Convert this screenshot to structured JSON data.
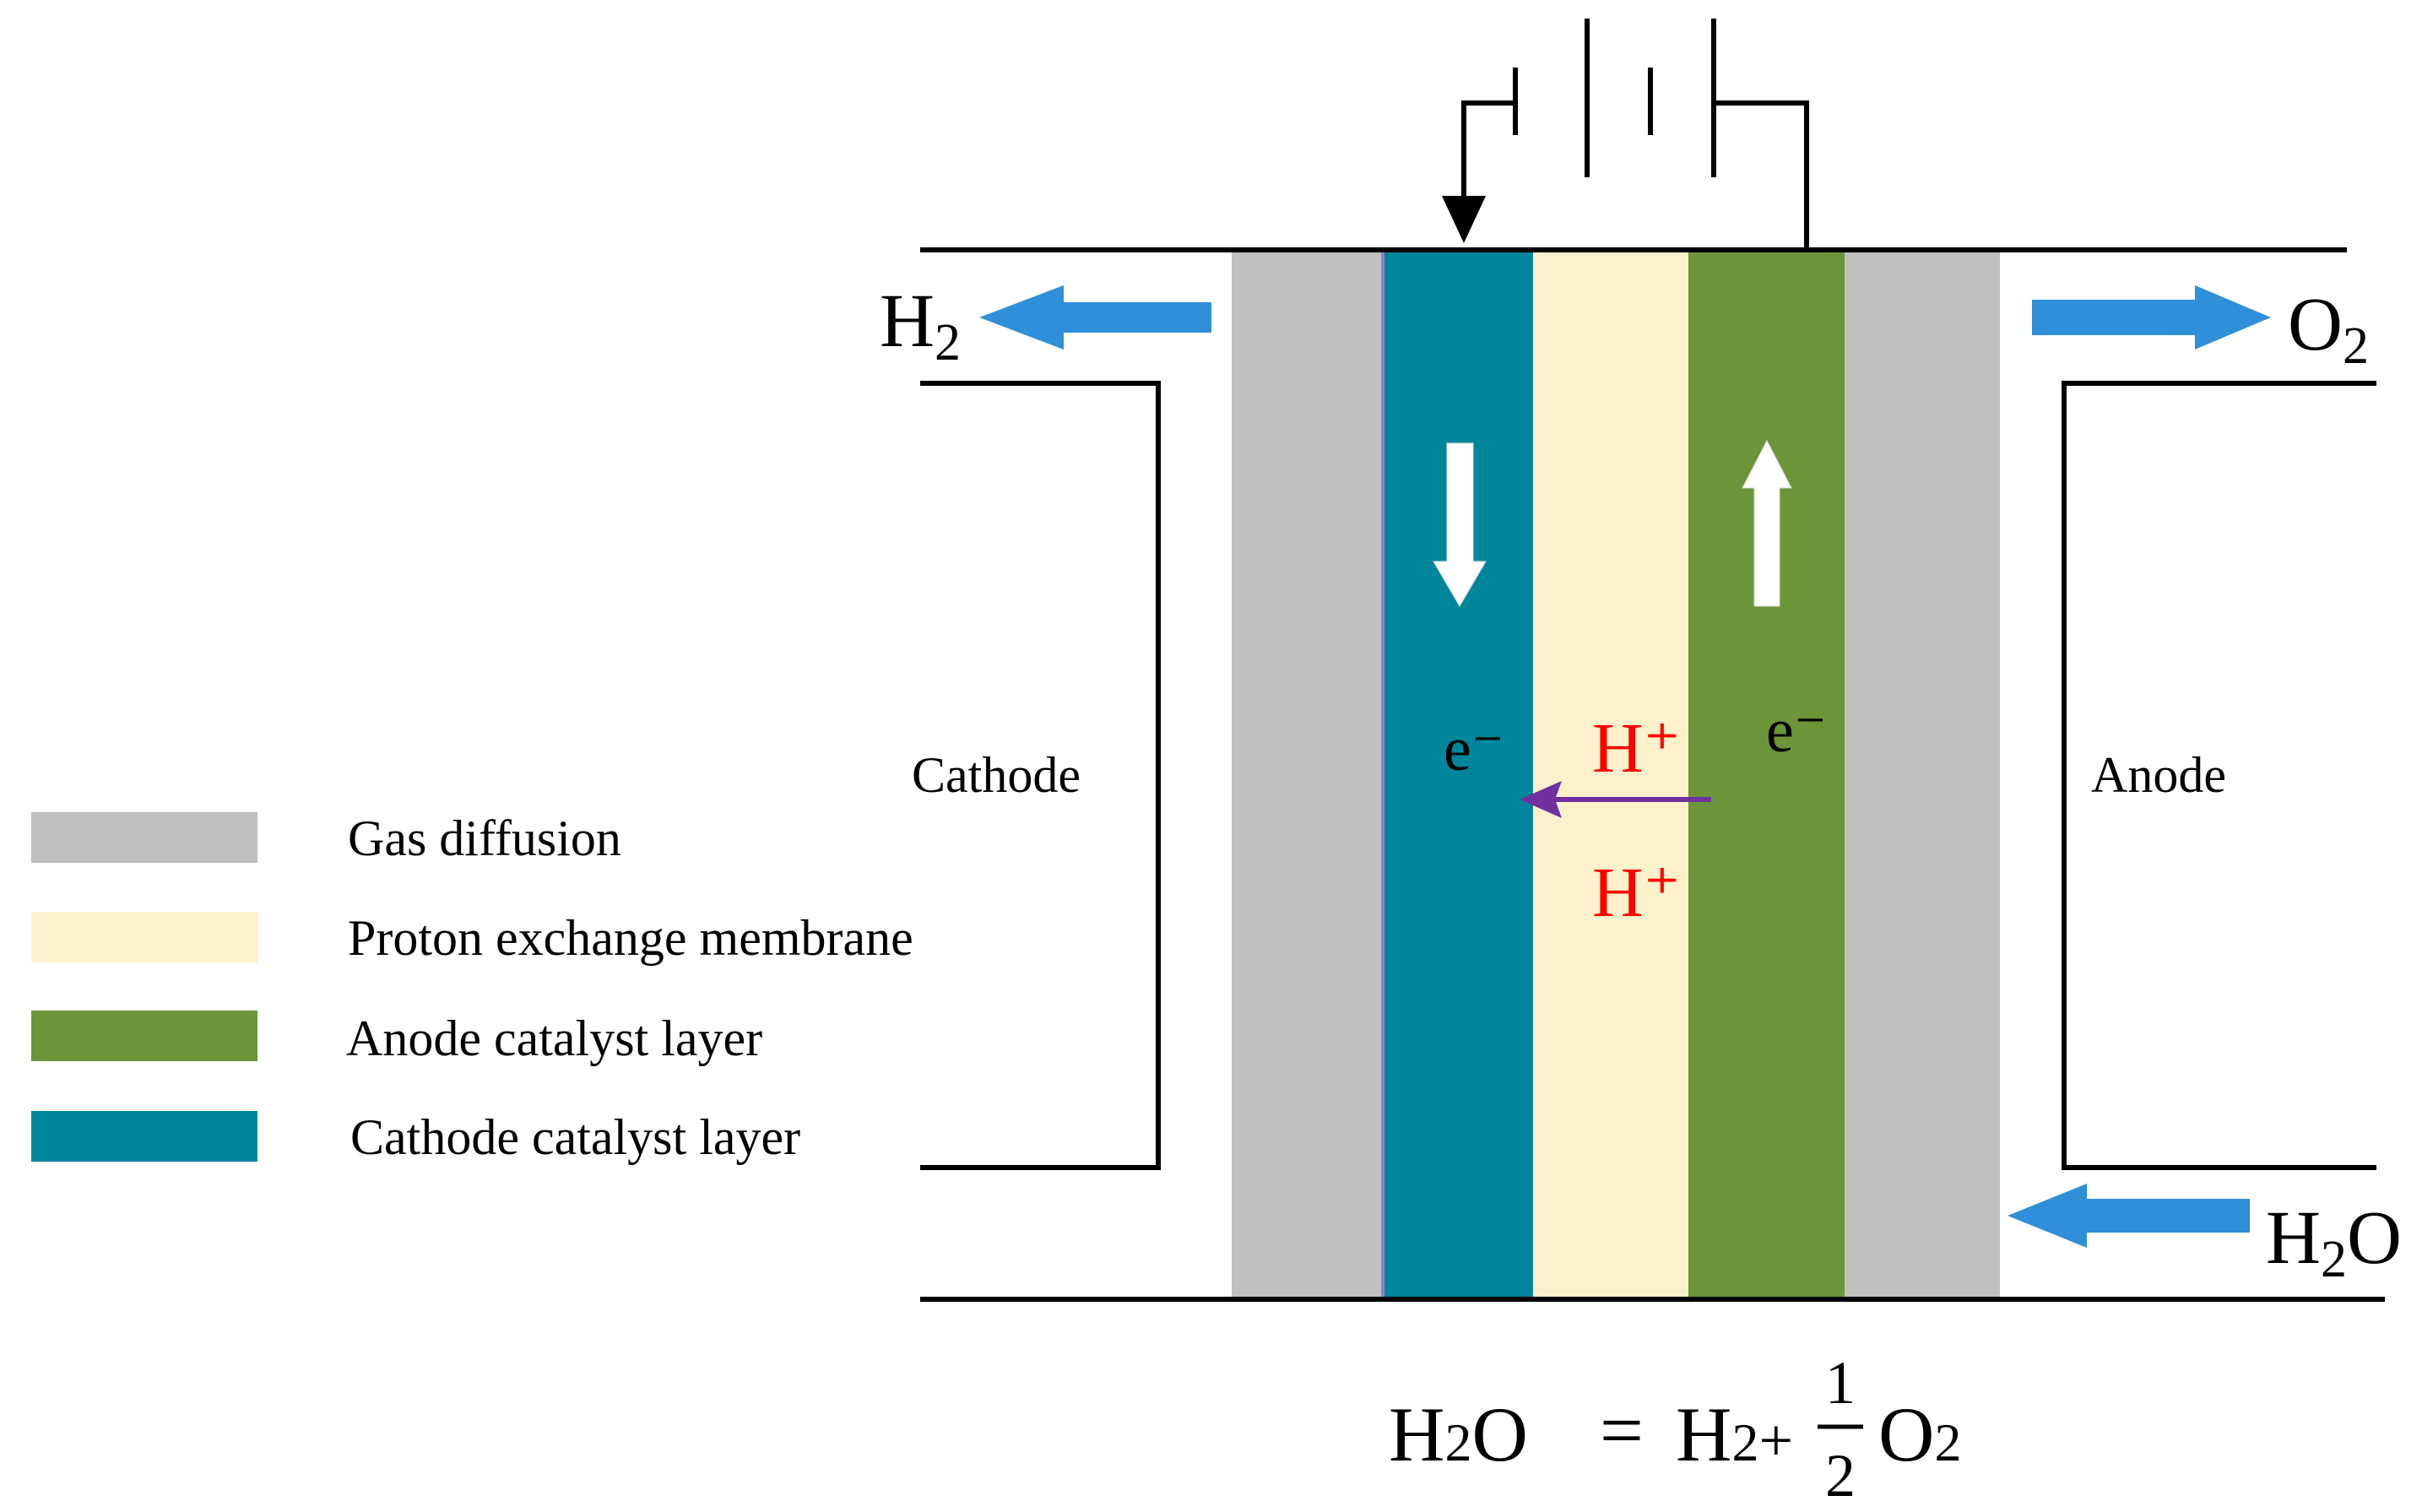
{
  "colors": {
    "gas_diffusion": "#c0c0c0",
    "membrane": "#fdf1cb",
    "anode_catalyst": "#6b9538",
    "cathode_catalyst": "#00869a",
    "flow_arrow": "#2f8fd8",
    "proton_arrow": "#7030a0",
    "proton_text": "#ff0000",
    "line": "#000000",
    "electron_arrow": "#ffffff"
  },
  "labels": {
    "cathode": "Cathode",
    "anode": "Anode",
    "electron_left": "e⁻",
    "electron_right": "e⁻",
    "proton_top": "H⁺",
    "proton_bottom": "H⁺"
  },
  "flows": {
    "h2_out": {
      "base": "H",
      "sub": "2"
    },
    "o2_out": {
      "base": "O",
      "sub": "2"
    },
    "h2o_in": {
      "a": "H",
      "sub": "2",
      "b": "O"
    }
  },
  "legend": [
    {
      "label": "Gas diffusion",
      "color_key": "gas_diffusion"
    },
    {
      "label": "Proton exchange membrane",
      "color_key": "membrane"
    },
    {
      "label": "Anode catalyst layer",
      "color_key": "anode_catalyst"
    },
    {
      "label": "Cathode catalyst layer",
      "color_key": "cathode_catalyst"
    }
  ],
  "equation": {
    "lhs_a": "H",
    "lhs_sub": "2",
    "lhs_b": "O",
    "equals": "=",
    "rhs_h": "H",
    "rhs_h_sub": "2",
    "plus": "+",
    "frac_num": "1",
    "frac_den": "2",
    "rhs_o": "O",
    "rhs_o_sub": "2"
  }
}
